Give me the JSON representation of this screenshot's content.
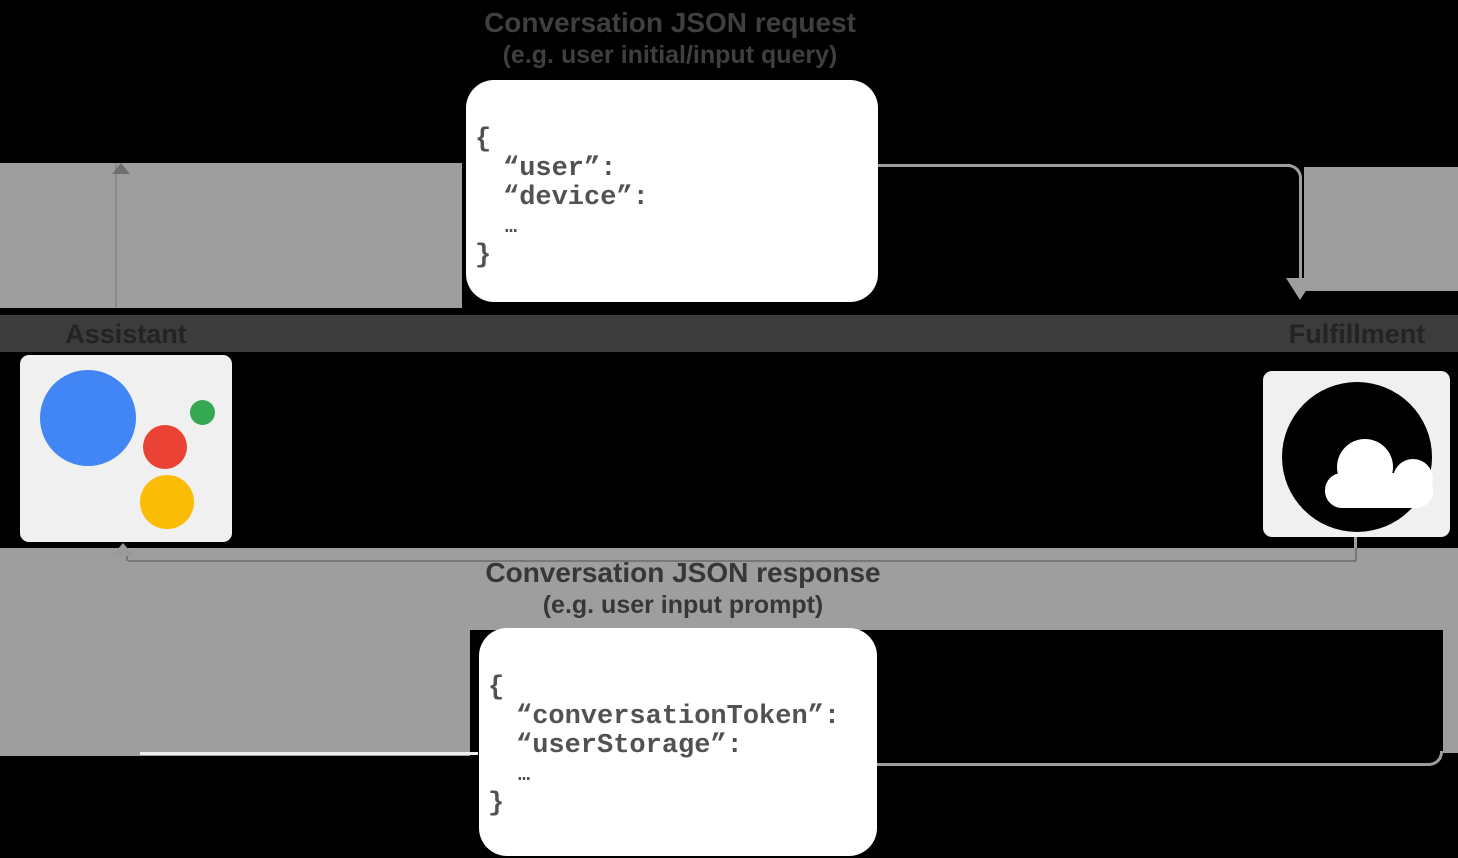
{
  "diagram": {
    "request_flow": {
      "title_line1": "Conversation JSON request",
      "title_line2": "(e.g. user initial/input query)",
      "code": {
        "lines": [
          "{",
          "“user”:",
          "“device”:",
          "…",
          "}"
        ]
      }
    },
    "response_flow": {
      "title_line1": "Conversation JSON response",
      "title_line2": "(e.g. user input prompt)",
      "code": {
        "lines": [
          "{",
          "“conversationToken”:",
          "“userStorage”:",
          "…",
          "}"
        ]
      }
    },
    "actors": {
      "assistant": {
        "label": "Assistant",
        "icon": "google-assistant-logo"
      },
      "fulfillment": {
        "label": "Fulfillment",
        "icon": "cloud-icon"
      }
    },
    "colors": {
      "background": "#000000",
      "arrow_gray": "#9e9e9e",
      "label_band_gray": "#3c3c3c",
      "title_text": "#3f3f3f",
      "card_background": "#ffffff",
      "code_text": "#525252",
      "tile_background": "#f0f0f0",
      "assistant_blue": "#4285F4",
      "assistant_red": "#EA4335",
      "assistant_green": "#34A853",
      "assistant_yellow": "#FBBC05",
      "cloud_icon_black": "#000000"
    }
  }
}
